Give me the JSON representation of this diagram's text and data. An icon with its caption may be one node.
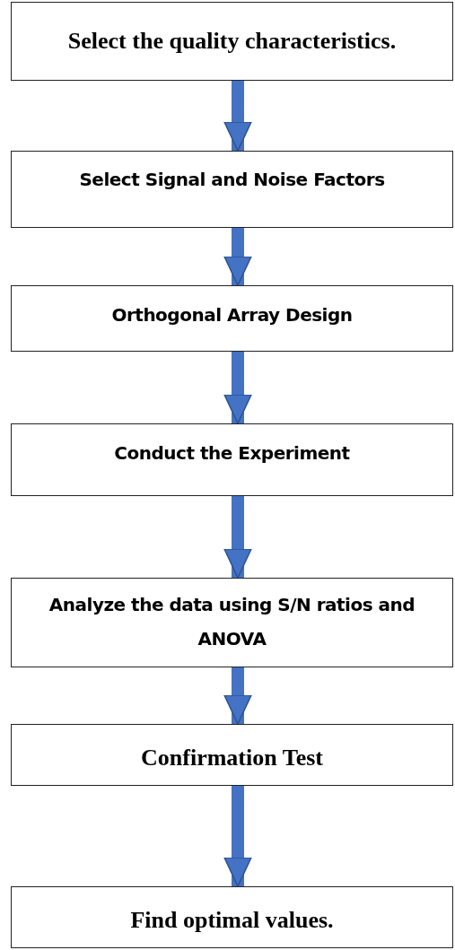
{
  "diagram": {
    "nodes": [
      {
        "text": [
          "Select the quality characteristics."
        ]
      },
      {
        "text": [
          "Select Signal and Noise Factors"
        ]
      },
      {
        "text": [
          "Orthogonal Array Design"
        ]
      },
      {
        "text": [
          "Conduct the Experiment"
        ]
      },
      {
        "text": [
          "Analyze the data using S/N ratios and ANOVA"
        ]
      },
      {
        "text": [
          "Confirmation Test"
        ]
      },
      {
        "text": [
          "Find optimal values."
        ]
      }
    ],
    "edges": [
      {
        "from": 0,
        "to": 1,
        "arrow": "to"
      },
      {
        "from": 1,
        "to": 2,
        "arrow": "to"
      },
      {
        "from": 2,
        "to": 3,
        "arrow": "to"
      },
      {
        "from": 3,
        "to": 4,
        "arrow": "to"
      },
      {
        "from": 4,
        "to": 5,
        "arrow": "to"
      },
      {
        "from": 5,
        "to": 6,
        "arrow": "to"
      }
    ]
  }
}
